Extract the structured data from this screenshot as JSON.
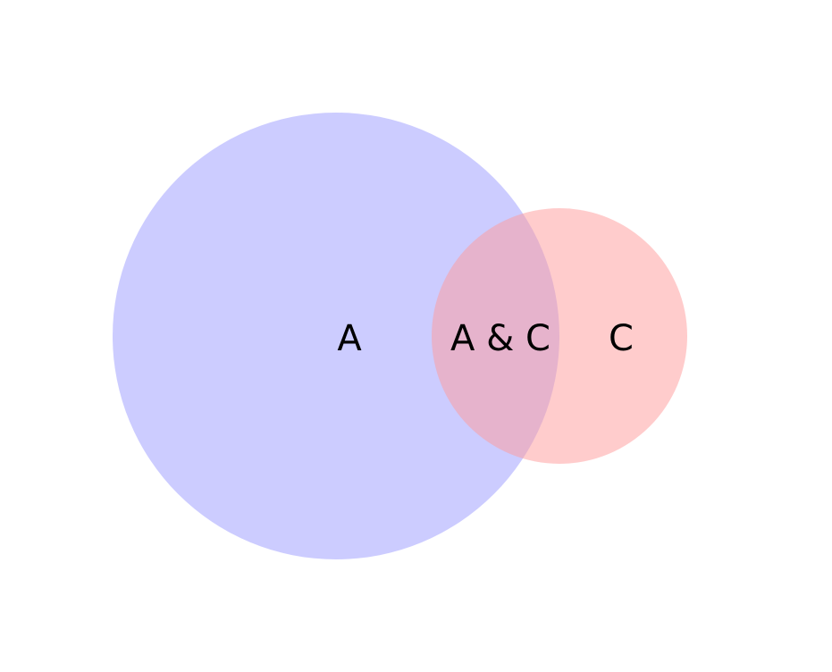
{
  "diagram": {
    "type": "venn",
    "sets": [
      {
        "id": "set-a",
        "label": "A",
        "color": "#9999ff",
        "opacity": 0.5
      },
      {
        "id": "set-c",
        "label": "C",
        "color": "#ff9999",
        "opacity": 0.5
      }
    ],
    "regions": {
      "a_only": "A",
      "a_and_c": "A & C",
      "c_only": "C"
    }
  }
}
